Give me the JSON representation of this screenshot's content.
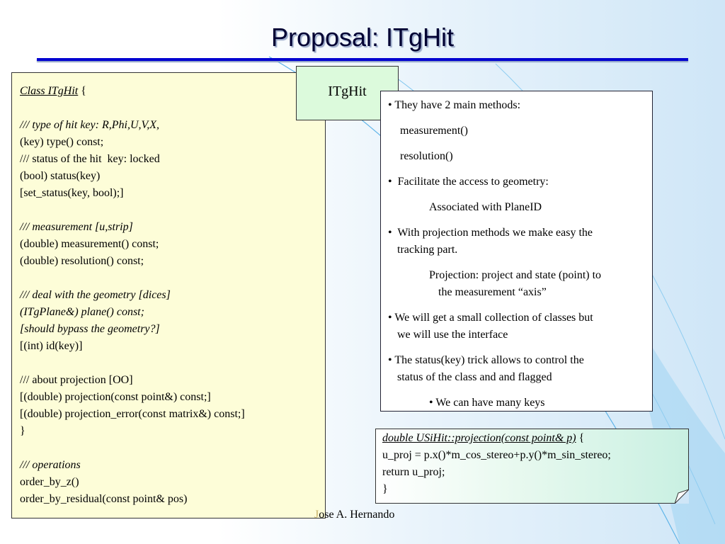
{
  "title": "Proposal: ITgHit",
  "code": {
    "l0_a": "Class ITgHit",
    "l0_b": " {",
    "l2": "/// type of hit key: R,Phi,U,V,X,",
    "l3": "(key) type() const;",
    "l4": "/// status of the hit  key: locked",
    "l5": "(bool) status(key)",
    "l6": "[set_status(key, bool);]",
    "l8": "/// measurement [u,strip]",
    "l9": "(double) measurement() const;",
    "l10": "(double) resolution() const;",
    "l12": "/// deal with the geometry [dices]",
    "l13": "(ITgPlane&) plane() const;",
    "l14": "[should bypass the geometry?]",
    "l15": "[(int) id(key)]",
    "l17": "/// about projection [OO]",
    "l18": "[(double) projection(const point&) const;]",
    "l19": "[(double) projection_error(const matrix&) const;]",
    "l20": "}",
    "l22": "/// operations",
    "l23": "order_by_z()",
    "l24": "order_by_residual(const point& pos)"
  },
  "note_label": "ITgHit",
  "bullets": {
    "b1": "• They have 2 main methods:",
    "b1a": "measurement()",
    "b1b": "resolution()",
    "b2": "•  Facilitate the access to geometry:",
    "b2a": "Associated with PlaneID",
    "b3_1": "•  With projection methods we make easy the",
    "b3_2": "tracking part.",
    "b3a_1": "Projection: project and state (point) to",
    "b3a_2": "the measurement “axis”",
    "b4_1": "• We will get a small collection of classes but",
    "b4_2": "we will use the interface",
    "b5_1": "• The status(key) trick allows to control the",
    "b5_2": "status of the class and and flagged",
    "b5a": "• We can have many keys"
  },
  "snippet": {
    "l1_a": "double USiHit::projection(const point& p)",
    "l1_b": " {",
    "l2": "u_proj = p.x()*m_cos_stereo+p.y()*m_sin_stereo;",
    "l3": "return u_proj;",
    "l4": "}"
  },
  "footer": {
    "initial": "J",
    "rest": "ose A. Hernando"
  },
  "colors": {
    "title_rule": "#0000d0",
    "code_bg": "#fdfdd8",
    "note_bg": "#dcfadc",
    "arc_lines": "#5fb4e8"
  }
}
